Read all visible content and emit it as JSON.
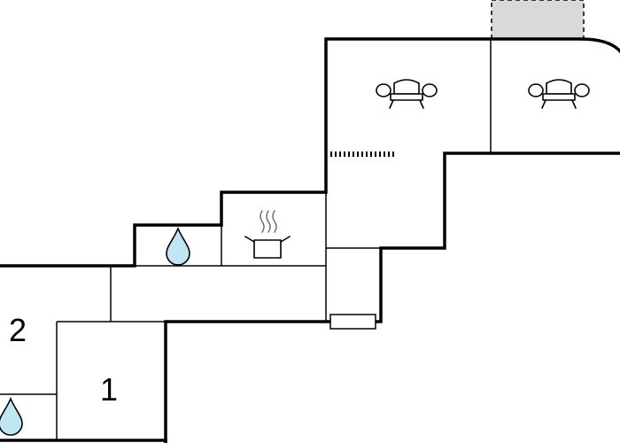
{
  "rooms": [
    {
      "id": "bedroom-1",
      "label": "1"
    },
    {
      "id": "bedroom-2",
      "label": "2"
    }
  ],
  "icons": {
    "sofa": "sofa-icon",
    "cooking_pot": "cooking-pot-icon",
    "water_drop": "water-drop-icon",
    "radiator": "radiator-icon",
    "staircase": "staircase-marker"
  },
  "colors": {
    "wall": "#000000",
    "water": "#bfe6f2",
    "balcony": "#d9d9d9",
    "steam": "#666666"
  }
}
